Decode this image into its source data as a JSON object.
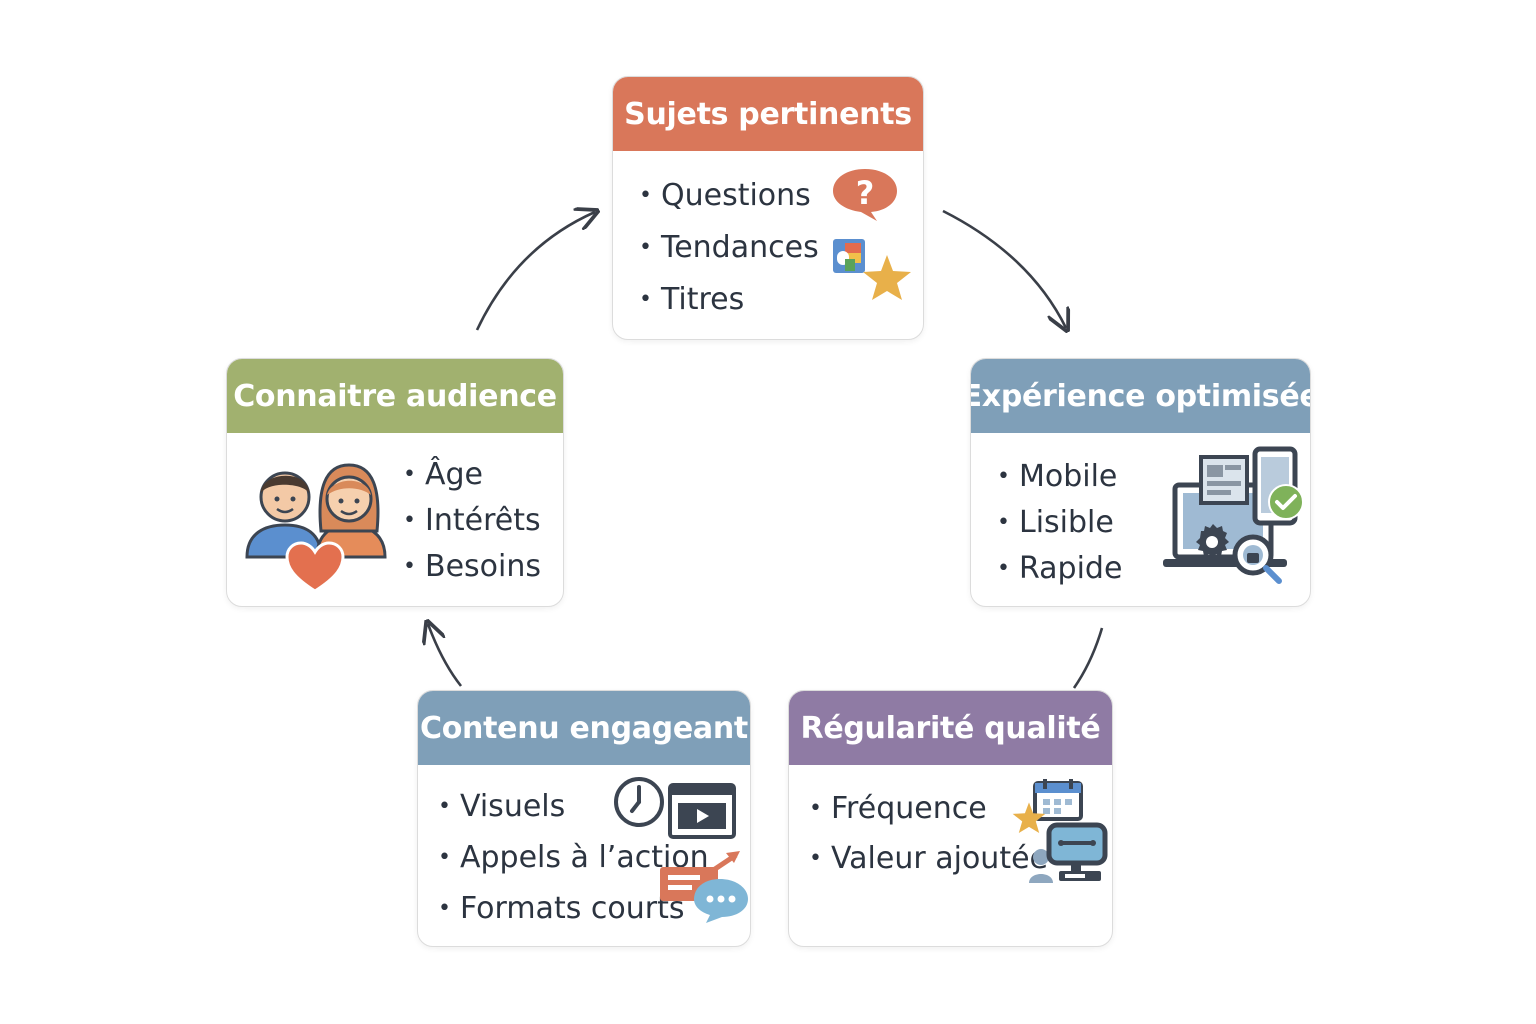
{
  "colors": {
    "sujets": "#d9775a",
    "experience": "#7f9fb8",
    "regularite": "#8f7ba4",
    "contenu": "#7f9fb8",
    "audience": "#a1b16f",
    "arrow": "#3a3f48"
  },
  "cards": {
    "sujets": {
      "title": "Sujets pertinents",
      "items": [
        "Questions",
        "Tendances",
        "Titres"
      ],
      "icons": [
        "question-bubble-icon",
        "trend-chart-icon",
        "star-icon"
      ]
    },
    "experience": {
      "title": "Expérience optimisée",
      "items": [
        "Mobile",
        "Lisible",
        "Rapide"
      ],
      "icons": [
        "devices-icon",
        "check-badge-icon",
        "gear-icon",
        "magnifier-icon"
      ]
    },
    "regularite": {
      "title": "Régularité qualité",
      "items": [
        "Fréquence",
        "Valeur ajoutée"
      ],
      "icons": [
        "calendar-icon",
        "star-icon",
        "user-computer-icon"
      ]
    },
    "contenu": {
      "title": "Contenu engageant",
      "items": [
        "Visuels",
        "Appels à l’action",
        "Formats courts"
      ],
      "icons": [
        "clock-icon",
        "video-player-icon",
        "cta-banner-icon",
        "chat-bubble-icon"
      ]
    },
    "audience": {
      "title": "Connaitre audience",
      "items": [
        "Âge",
        "Intérêts",
        "Besoins"
      ],
      "icons": [
        "people-icon",
        "heart-icon"
      ]
    }
  }
}
